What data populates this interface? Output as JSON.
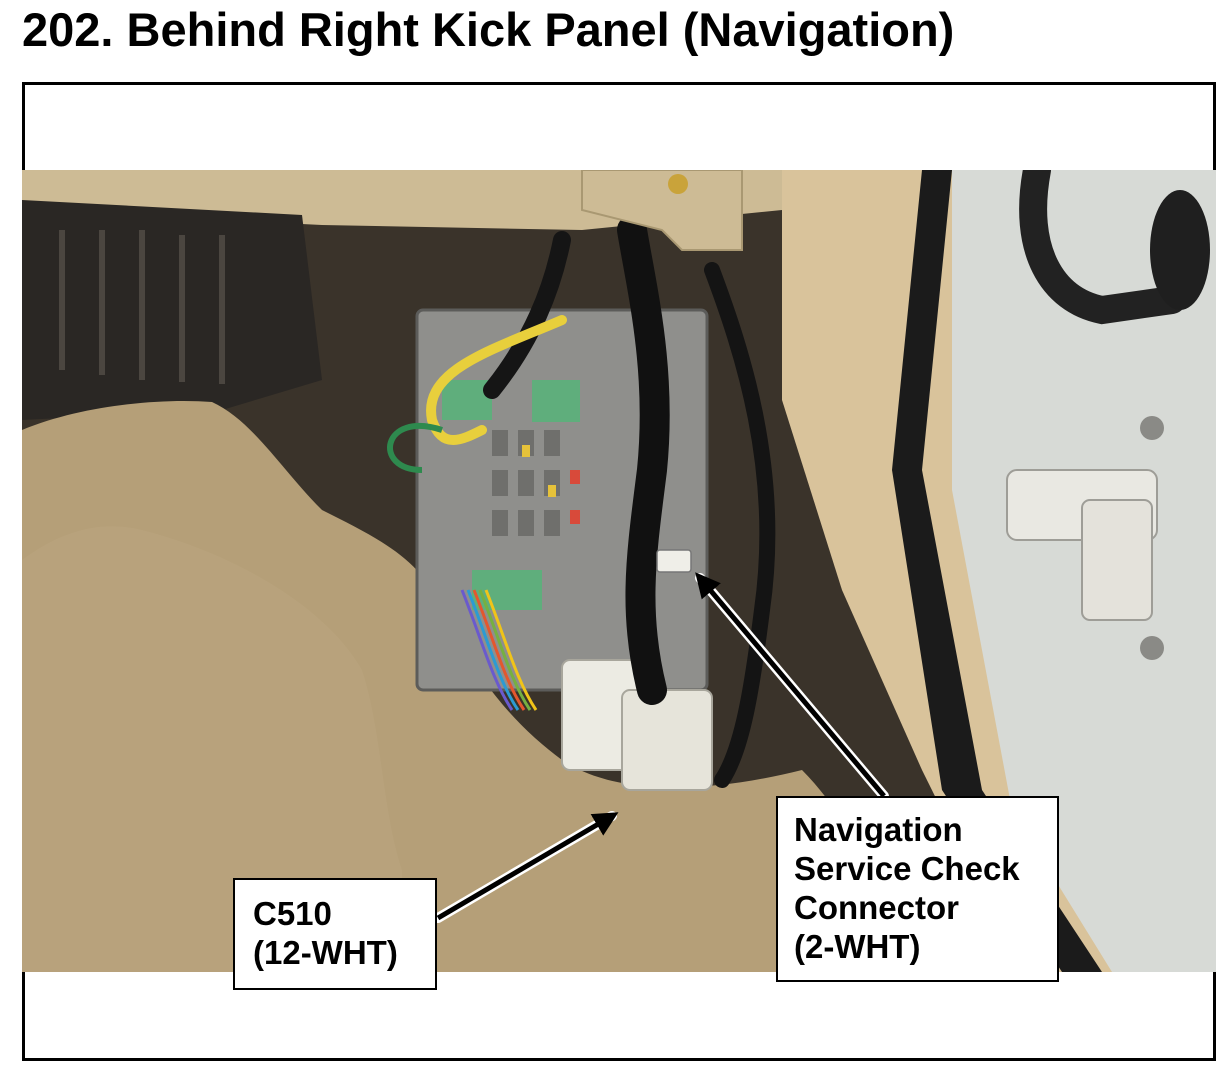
{
  "figure": {
    "title": "202.  Behind Right Kick Panel (Navigation)"
  },
  "callouts": {
    "c510": {
      "line1": "C510",
      "line2": "(12-WHT)"
    },
    "nav_check": {
      "line1": "Navigation",
      "line2": "Service Check",
      "line3": "Connector",
      "line4": "(2-WHT)"
    }
  },
  "colors": {
    "carpet": "#b59f78",
    "trim": "#d9c39b",
    "door_body": "#d7dad6",
    "fuse_box": "#8f8f8c",
    "harness": "#111111"
  }
}
